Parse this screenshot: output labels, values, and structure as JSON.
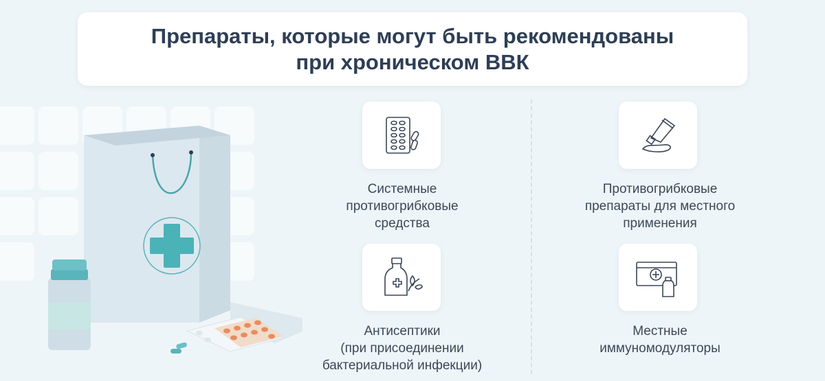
{
  "title": {
    "line1": "Препараты, которые могут быть рекомендованы",
    "line2": "при хроническом ВВК"
  },
  "accent_color": "#4bb2b8",
  "items": [
    {
      "icon": "tablet-blister-icon",
      "lines": [
        "Системные",
        "противогрибковые",
        "средства"
      ]
    },
    {
      "icon": "ointment-tube-icon",
      "lines": [
        "Противогрибковые",
        "препараты для местного",
        "применения"
      ]
    },
    {
      "icon": "antiseptic-bottle-icon",
      "lines": [
        "Антисептики",
        "(при присоединении",
        "бактериальной инфекции)"
      ]
    },
    {
      "icon": "first-aid-kit-icon",
      "lines": [
        "Местные",
        "иммуномодуляторы"
      ]
    }
  ]
}
